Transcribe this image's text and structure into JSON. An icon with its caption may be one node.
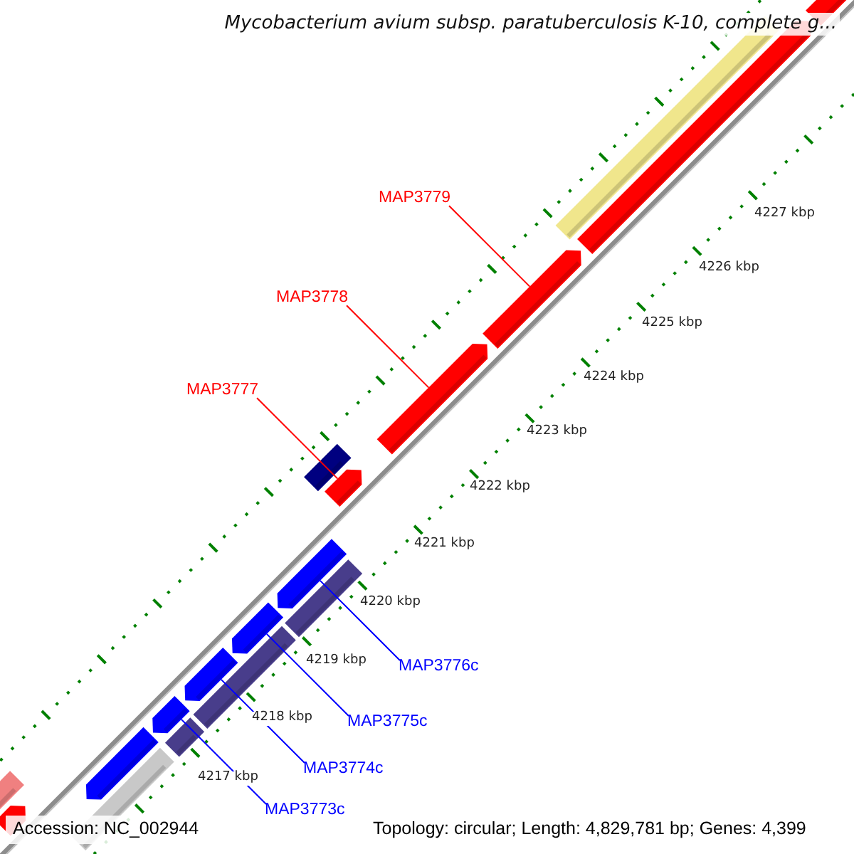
{
  "diagram": {
    "title": "Mycobacterium avium subsp. paratuberculosis K-10, complete g...",
    "nodes": [
      {
        "text": [
          "MAP3779"
        ]
      },
      {
        "text": [
          "MAP3778"
        ]
      },
      {
        "text": [
          "MAP3777"
        ]
      },
      {
        "text": [
          "MAP3776c"
        ]
      },
      {
        "text": [
          "MAP3775c"
        ]
      },
      {
        "text": [
          "MAP3774c"
        ]
      },
      {
        "text": [
          "MAP3773c"
        ]
      },
      {
        "text": [],
        "shape": "arrow"
      },
      {
        "text": [],
        "shape": "arrow"
      },
      {
        "text": [],
        "shape": "arrow"
      },
      {
        "text": [],
        "shape": "arrow"
      },
      {
        "text": [],
        "shape": "arrow"
      },
      {
        "text": [],
        "shape": "arrow"
      },
      {
        "text": [],
        "shape": "arrow"
      },
      {
        "text": [],
        "shape": "arrow"
      }
    ],
    "edges": [
      {
        "from": 0,
        "to": 7,
        "arrow": "none",
        "color": "#ff0000"
      },
      {
        "from": 1,
        "to": 8,
        "arrow": "none",
        "color": "#ff0000"
      },
      {
        "from": 2,
        "to": 9,
        "arrow": "none",
        "color": "#ff0000"
      },
      {
        "from": 3,
        "to": 10,
        "arrow": "none"
      },
      {
        "from": 4,
        "to": 11,
        "arrow": "none"
      },
      {
        "from": 5,
        "to": 12,
        "arrow": "none"
      },
      {
        "from": 6,
        "to": 13,
        "arrow": "none"
      }
    ],
    "labels": [
      "4227 kbp",
      "4226 kbp",
      "4225 kbp",
      "4224 kbp",
      "4223 kbp",
      "4222 kbp",
      "4221 kbp",
      "4220 kbp",
      "4219 kbp",
      "4218 kbp",
      "4217 kbp",
      "Accession: NC_002944",
      "Topology: circular; Length: 4,829,781 bp; Genes: 4,399"
    ]
  }
}
